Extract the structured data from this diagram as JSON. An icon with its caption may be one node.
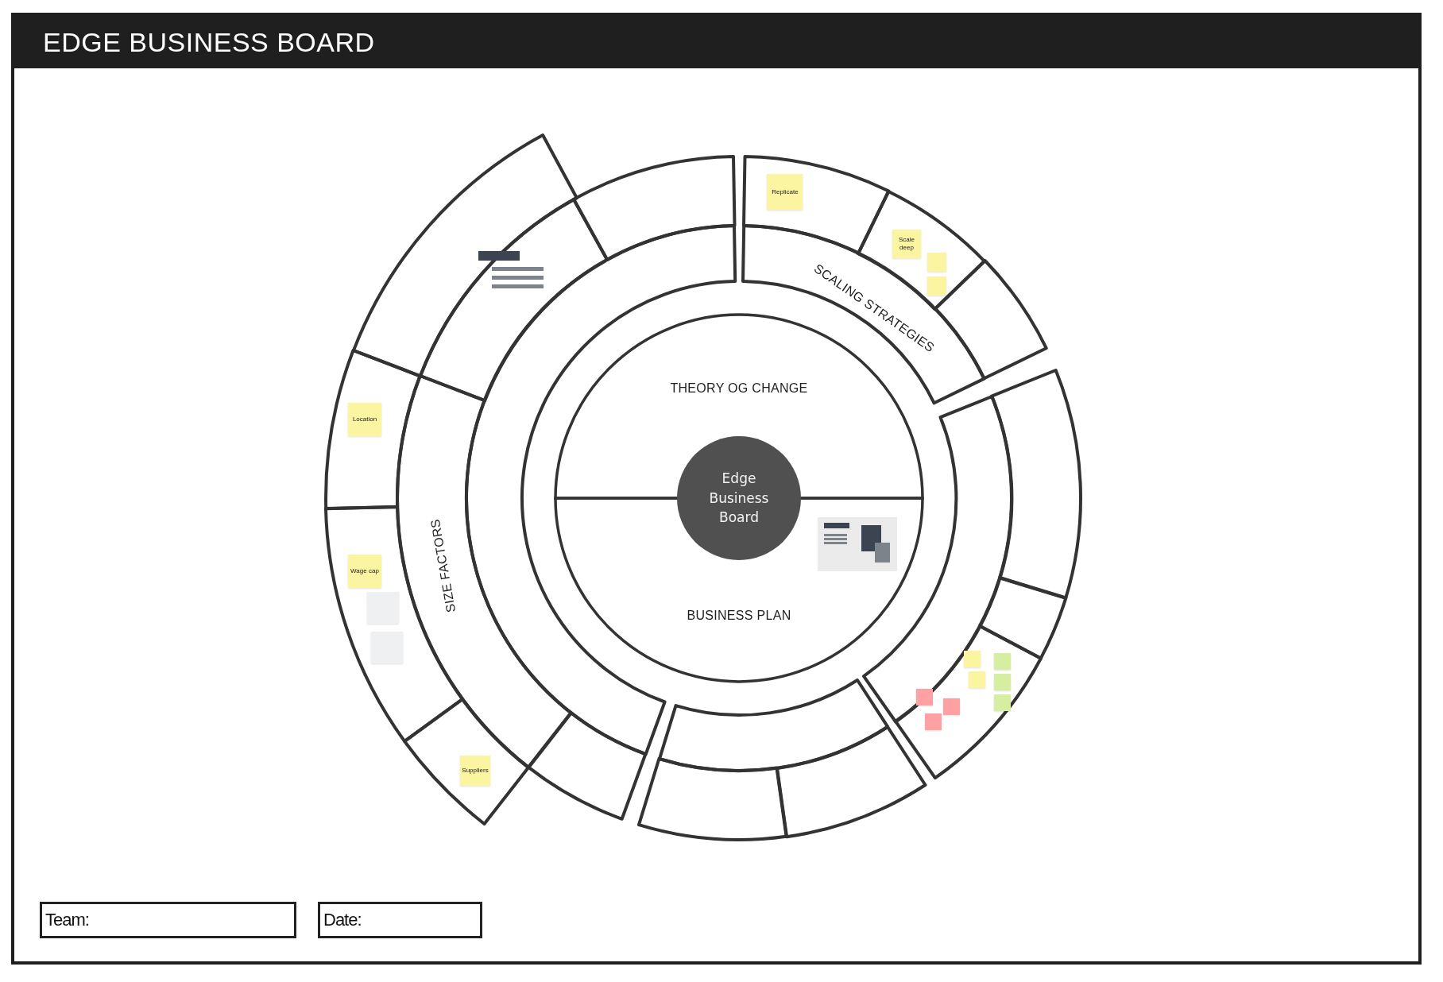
{
  "diagram": {
    "title": "EDGE BUSINESS BOARD",
    "nodes": [
      {
        "text": [
          "THEORY OG CHANGE"
        ]
      },
      {
        "text": [
          "Edge Business Board"
        ]
      },
      {
        "text": [
          "BUSINESS PLAN"
        ]
      },
      {
        "text": [],
        "shape": "sector"
      },
      {
        "text": [
          "Replicate"
        ],
        "in": 3
      },
      {
        "text": [],
        "shape": "sector"
      },
      {
        "text": [
          "Scale deep"
        ],
        "in": 5
      },
      {
        "text": [],
        "shape": "box",
        "in": 5
      },
      {
        "text": [],
        "shape": "box",
        "in": 5
      },
      {
        "text": [],
        "shape": "sector"
      },
      {
        "text": [
          "SCALING STRATEGIES"
        ]
      },
      {
        "text": [],
        "shape": "sector"
      },
      {
        "text": [],
        "shape": "sector"
      },
      {
        "text": [],
        "shape": "sector"
      },
      {
        "text": [],
        "shape": "sector"
      },
      {
        "text": [],
        "shape": "box",
        "in": 14
      },
      {
        "text": [],
        "shape": "box",
        "in": 14
      },
      {
        "text": [],
        "shape": "box",
        "in": 14
      },
      {
        "text": [],
        "shape": "box",
        "in": 14
      },
      {
        "text": [],
        "shape": "box",
        "in": 14
      },
      {
        "text": [],
        "shape": "box",
        "in": 14
      },
      {
        "text": [],
        "shape": "box",
        "in": 14
      },
      {
        "text": [],
        "shape": "box",
        "in": 14
      },
      {
        "text": [],
        "shape": "sector"
      },
      {
        "text": [],
        "shape": "sector"
      },
      {
        "text": [],
        "shape": "sector"
      },
      {
        "text": [],
        "shape": "sector"
      },
      {
        "text": [],
        "shape": "sector"
      },
      {
        "text": [
          "SIZE FACTORS"
        ]
      },
      {
        "text": [],
        "shape": "sector"
      },
      {
        "text": [],
        "shape": "sector"
      },
      {
        "text": [],
        "shape": "sector"
      },
      {
        "text": [
          "Suppliers"
        ],
        "in": 31
      },
      {
        "text": [],
        "shape": "sector"
      },
      {
        "text": [
          "Wage cap"
        ],
        "in": 33
      },
      {
        "text": [],
        "shape": "box",
        "in": 33
      },
      {
        "text": [],
        "shape": "box",
        "in": 33
      },
      {
        "text": [],
        "shape": "sector"
      },
      {
        "text": [
          "Location"
        ],
        "in": 37
      },
      {
        "text": [],
        "shape": "sector"
      }
    ],
    "labels": [
      "Team:",
      "Date:"
    ]
  }
}
